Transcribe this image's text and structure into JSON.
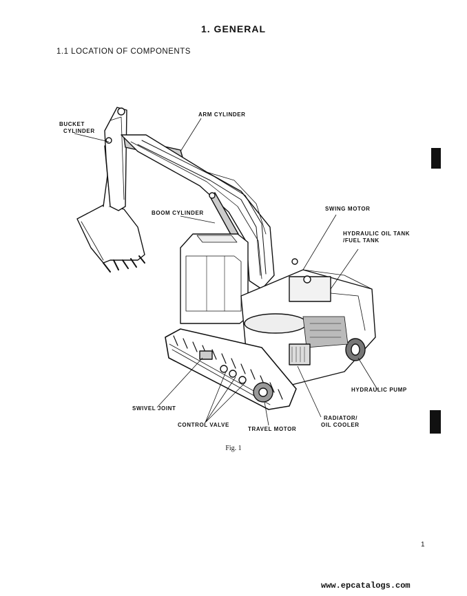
{
  "page": {
    "chapter_title": "1.   GENERAL",
    "section_title": "1.1  LOCATION OF COMPONENTS",
    "figure_caption": "Fig. 1",
    "page_number": "1",
    "watermark": "www.epcatalogs.com"
  },
  "figure": {
    "labels": {
      "bucket_cylinder_line1": "BUCKET",
      "bucket_cylinder_line2": "CYLINDER",
      "arm_cylinder": "ARM CYLINDER",
      "boom_cylinder": "BOOM CYLINDER",
      "swing_motor": "SWING MOTOR",
      "hydraulic_oil_tank_line1": "HYDRAULIC OIL TANK",
      "hydraulic_oil_tank_line2": "/FUEL TANK",
      "hydraulic_pump": "HYDRAULIC PUMP",
      "swivel_joint": "SWIVEL JOINT",
      "control_valve": "CONTROL VALVE",
      "travel_motor": "TRAVEL MOTOR",
      "radiator_line1": "RADIATOR/",
      "radiator_line2": "OIL COOLER"
    }
  }
}
